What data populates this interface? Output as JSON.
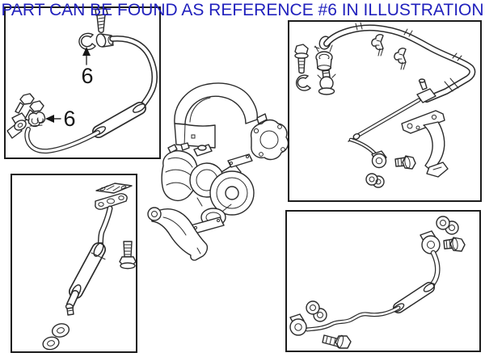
{
  "header": {
    "text": "PART CAN BE FOUND AS REFERENCE #6 IN ILLUSTRATION",
    "color": "#2121bd"
  },
  "colors": {
    "background": "#ffffff",
    "line_art": "#2b2b2b",
    "panel_border": "#1c1c1c",
    "callout_text": "#141414"
  },
  "panels": {
    "top_left": {
      "illustration": "turbocharger-oil-feed-line",
      "callouts": [
        {
          "label": "6",
          "arrow": "up"
        },
        {
          "label": "6",
          "arrow": "left"
        }
      ]
    },
    "bottom_left": {
      "illustration": "turbocharger-oil-return-tube",
      "callouts": []
    },
    "top_right": {
      "illustration": "turbocharger-coolant-hose-assembly",
      "callouts": []
    },
    "bottom_right": {
      "illustration": "turbocharger-coolant-pipe",
      "callouts": []
    }
  },
  "center": {
    "illustration": "turbocharger-with-heat-shield-gasket-and-brace"
  }
}
